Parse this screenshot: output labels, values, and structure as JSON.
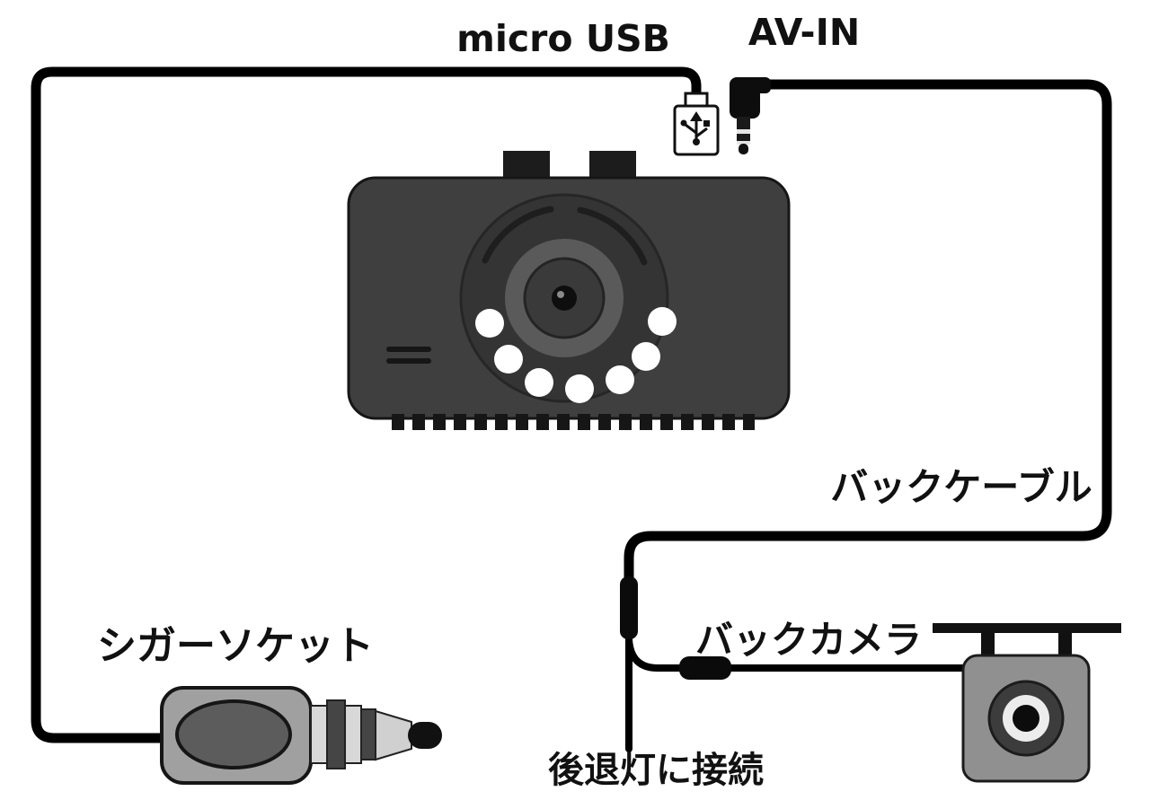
{
  "diagram": {
    "title": "Dashcam connection diagram",
    "labels": {
      "micro_usb": "micro USB",
      "av_in": "AV-IN",
      "back_cable": "バックケーブル",
      "cigar_socket": "シガーソケット",
      "back_camera": "バックカメラ",
      "reverse_light": "後退灯に接続"
    },
    "components": [
      "dashcam-front-unit",
      "micro-usb-connector",
      "av-in-plug",
      "power-cable",
      "back-cable",
      "cable-connector",
      "reverse-light-wire",
      "back-camera",
      "cigarette-socket-plug"
    ],
    "colors": {
      "background": "#ffffff",
      "line": "#000000",
      "device_body": "#3f3f3f",
      "camera_body": "#909090",
      "plug_body": "#a0a0a0",
      "led_dot": "#ffffff"
    }
  }
}
